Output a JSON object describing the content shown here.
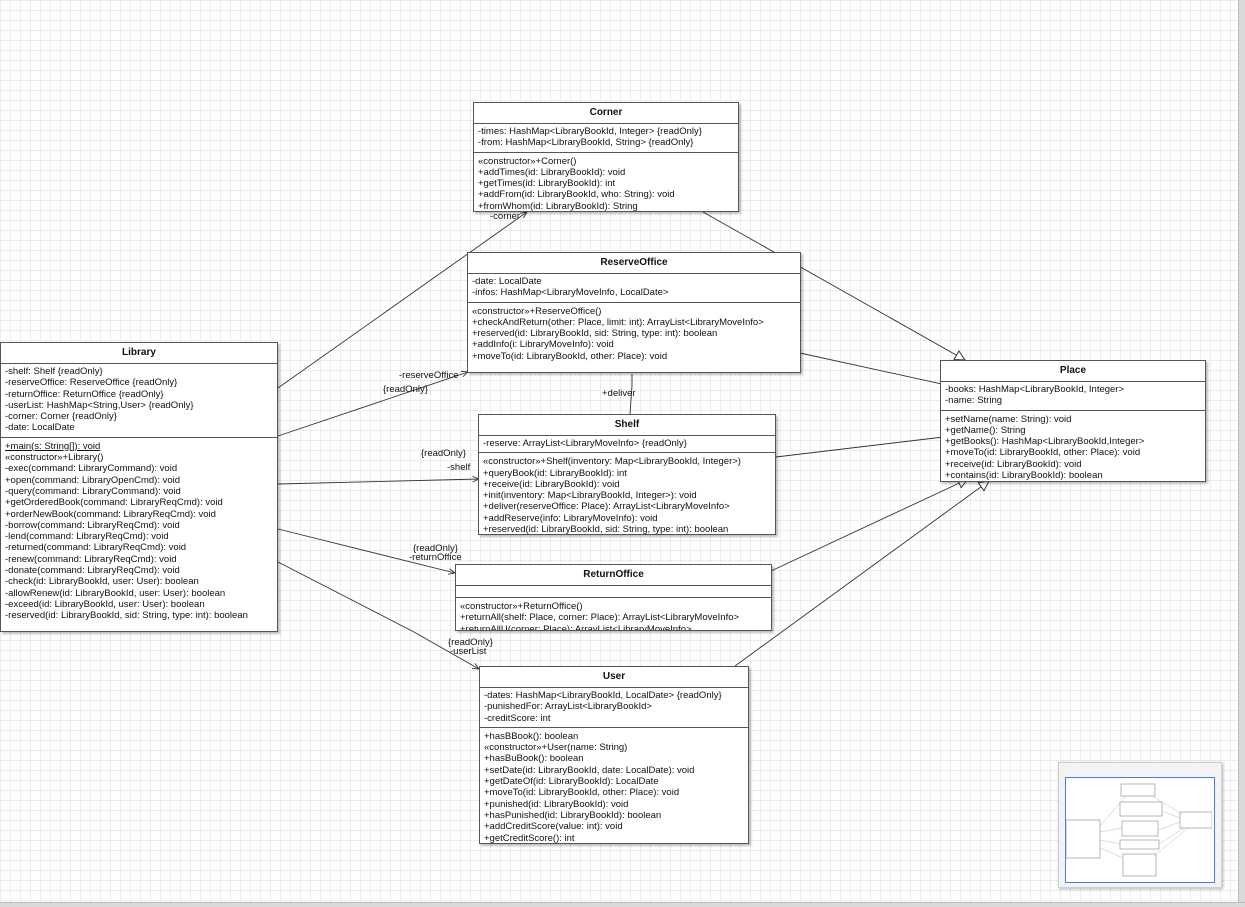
{
  "classes": {
    "corner": {
      "name": "Corner",
      "attributes": [
        "-times: HashMap<LibraryBookId, Integer> {readOnly}",
        "-from: HashMap<LibraryBookId, String> {readOnly}"
      ],
      "operations": [
        "«constructor»+Corner()",
        "+addTimes(id: LibraryBookId): void",
        "+getTimes(id: LibraryBookId): int",
        "+addFrom(id: LibraryBookId, who: String): void",
        "+fromWhom(id: LibraryBookId): String"
      ]
    },
    "reserve_office": {
      "name": "ReserveOffice",
      "attributes": [
        "-date: LocalDate",
        "-infos: HashMap<LibraryMoveInfo, LocalDate>"
      ],
      "operations": [
        "«constructor»+ReserveOffice()",
        "+checkAndReturn(other: Place, limit: int): ArrayList<LibraryMoveInfo>",
        "+reserved(id: LibraryBookId, sid: String, type: int): boolean",
        "+addInfo(i: LibraryMoveInfo): void",
        "+moveTo(id: LibraryBookId, other: Place): void"
      ]
    },
    "library": {
      "name": "Library",
      "attributes": [
        "-shelf: Shelf {readOnly}",
        "-reserveOffice: ReserveOffice {readOnly}",
        "-returnOffice: ReturnOffice {readOnly}",
        "-userList: HashMap<String,User> {readOnly}",
        "-corner: Corner {readOnly}",
        "-date: LocalDate"
      ],
      "static_operation": "+main(s: String[]): void",
      "operations": [
        "«constructor»+Library()",
        "-exec(command: LibraryCommand): void",
        "+open(command: LibraryOpenCmd): void",
        "-query(command: LibraryCommand): void",
        "+getOrderedBook(command: LibraryReqCmd): void",
        "+orderNewBook(command: LibraryReqCmd): void",
        "-borrow(command: LibraryReqCmd): void",
        "-lend(command: LibraryReqCmd): void",
        "-returned(command: LibraryReqCmd): void",
        "-renew(command: LibraryReqCmd): void",
        "-donate(command: LibraryReqCmd): void",
        "-check(id: LibraryBookId, user: User): boolean",
        "-allowRenew(id: LibraryBookId, user: User): boolean",
        "-exceed(id: LibraryBookId, user: User): boolean",
        "-reserved(id: LibraryBookId, sid: String, type: int): boolean"
      ]
    },
    "shelf": {
      "name": "Shelf",
      "attributes": [
        "-reserve: ArrayList<LibraryMoveInfo> {readOnly}"
      ],
      "operations": [
        "«constructor»+Shelf(inventory: Map<LibraryBookId, Integer>)",
        "+queryBook(id: LibraryBookId): int",
        "+receive(id: LibraryBookId): void",
        "+init(inventory: Map<LibraryBookId, Integer>): void",
        "+deliver(reserveOffice: Place): ArrayList<LibraryMoveInfo>",
        "+addReserve(info: LibraryMoveInfo): void",
        "+reserved(id: LibraryBookId, sid: String, type: int): boolean"
      ]
    },
    "place": {
      "name": "Place",
      "attributes": [
        "-books: HashMap<LibraryBookId, Integer>",
        "-name: String"
      ],
      "operations": [
        "+setName(name: String): void",
        "+getName(): String",
        "+getBooks(): HashMap<LibraryBookId,Integer>",
        "+moveTo(id: LibraryBookId, other: Place): void",
        "+receive(id: LibraryBookId): void",
        "+contains(id: LibraryBookId): boolean"
      ]
    },
    "return_office": {
      "name": "ReturnOffice",
      "attributes": [],
      "operations": [
        "«constructor»+ReturnOffice()",
        "+returnAll(shelf: Place, corner: Place): ArrayList<LibraryMoveInfo>",
        "+returnAllU(corner: Place): ArrayList<LibraryMoveInfo>"
      ]
    },
    "user": {
      "name": "User",
      "attributes": [
        "-dates: HashMap<LibraryBookId, LocalDate> {readOnly}",
        "-punishedFor: ArrayList<LibraryBookId>",
        "-creditScore: int"
      ],
      "operations": [
        "+hasBBook(): boolean",
        "«constructor»+User(name: String)",
        "+hasBuBook(): boolean",
        "+setDate(id: LibraryBookId, date: LocalDate): void",
        "+getDateOf(id: LibraryBookId): LocalDate",
        "+moveTo(id: LibraryBookId, other: Place): void",
        "+punished(id: LibraryBookId): void",
        "+hasPunished(id: LibraryBookId): boolean",
        "+addCreditScore(value: int): void",
        "+getCreditScore(): int"
      ]
    }
  },
  "association_labels": {
    "corner_role": "-corner",
    "reserve_office_role": "-reserveOffice",
    "reserve_office_readonly": "{readOnly}",
    "deliver": "+deliver",
    "shelf_readonly": "{readOnly}",
    "shelf_role": "-shelf",
    "return_office_readonly": "{readOnly}",
    "return_office_role": "-returnOffice",
    "user_list_readonly": "{readOnly}",
    "user_list_role": "-userList"
  },
  "colors": {
    "class_border": "#555555",
    "edge": "#333333",
    "grid": "#ececec",
    "minimap_view": "#4a7fd6"
  }
}
